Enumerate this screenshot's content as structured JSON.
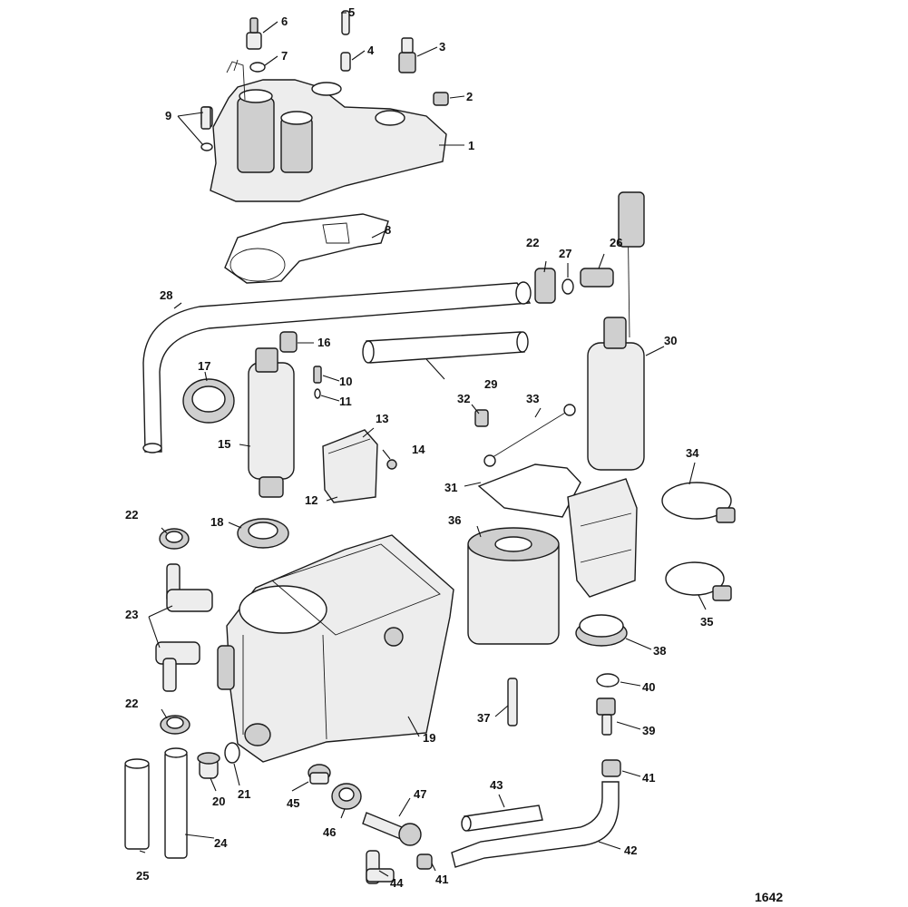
{
  "diagram": {
    "figure_number": "1642",
    "callouts": [
      "1",
      "2",
      "3",
      "4",
      "5",
      "6",
      "7",
      "8",
      "9",
      "10",
      "11",
      "12",
      "13",
      "14",
      "15",
      "16",
      "17",
      "18",
      "19",
      "20",
      "21",
      "22",
      "22",
      "22",
      "23",
      "24",
      "25",
      "26",
      "27",
      "28",
      "29",
      "30",
      "31",
      "32",
      "33",
      "34",
      "35",
      "36",
      "37",
      "38",
      "39",
      "40",
      "41",
      "41",
      "42",
      "43",
      "44",
      "45",
      "46",
      "47"
    ]
  },
  "colors": {
    "line": "#1a1a1a",
    "fill": "#ededed",
    "shade": "#cfcfcf"
  }
}
